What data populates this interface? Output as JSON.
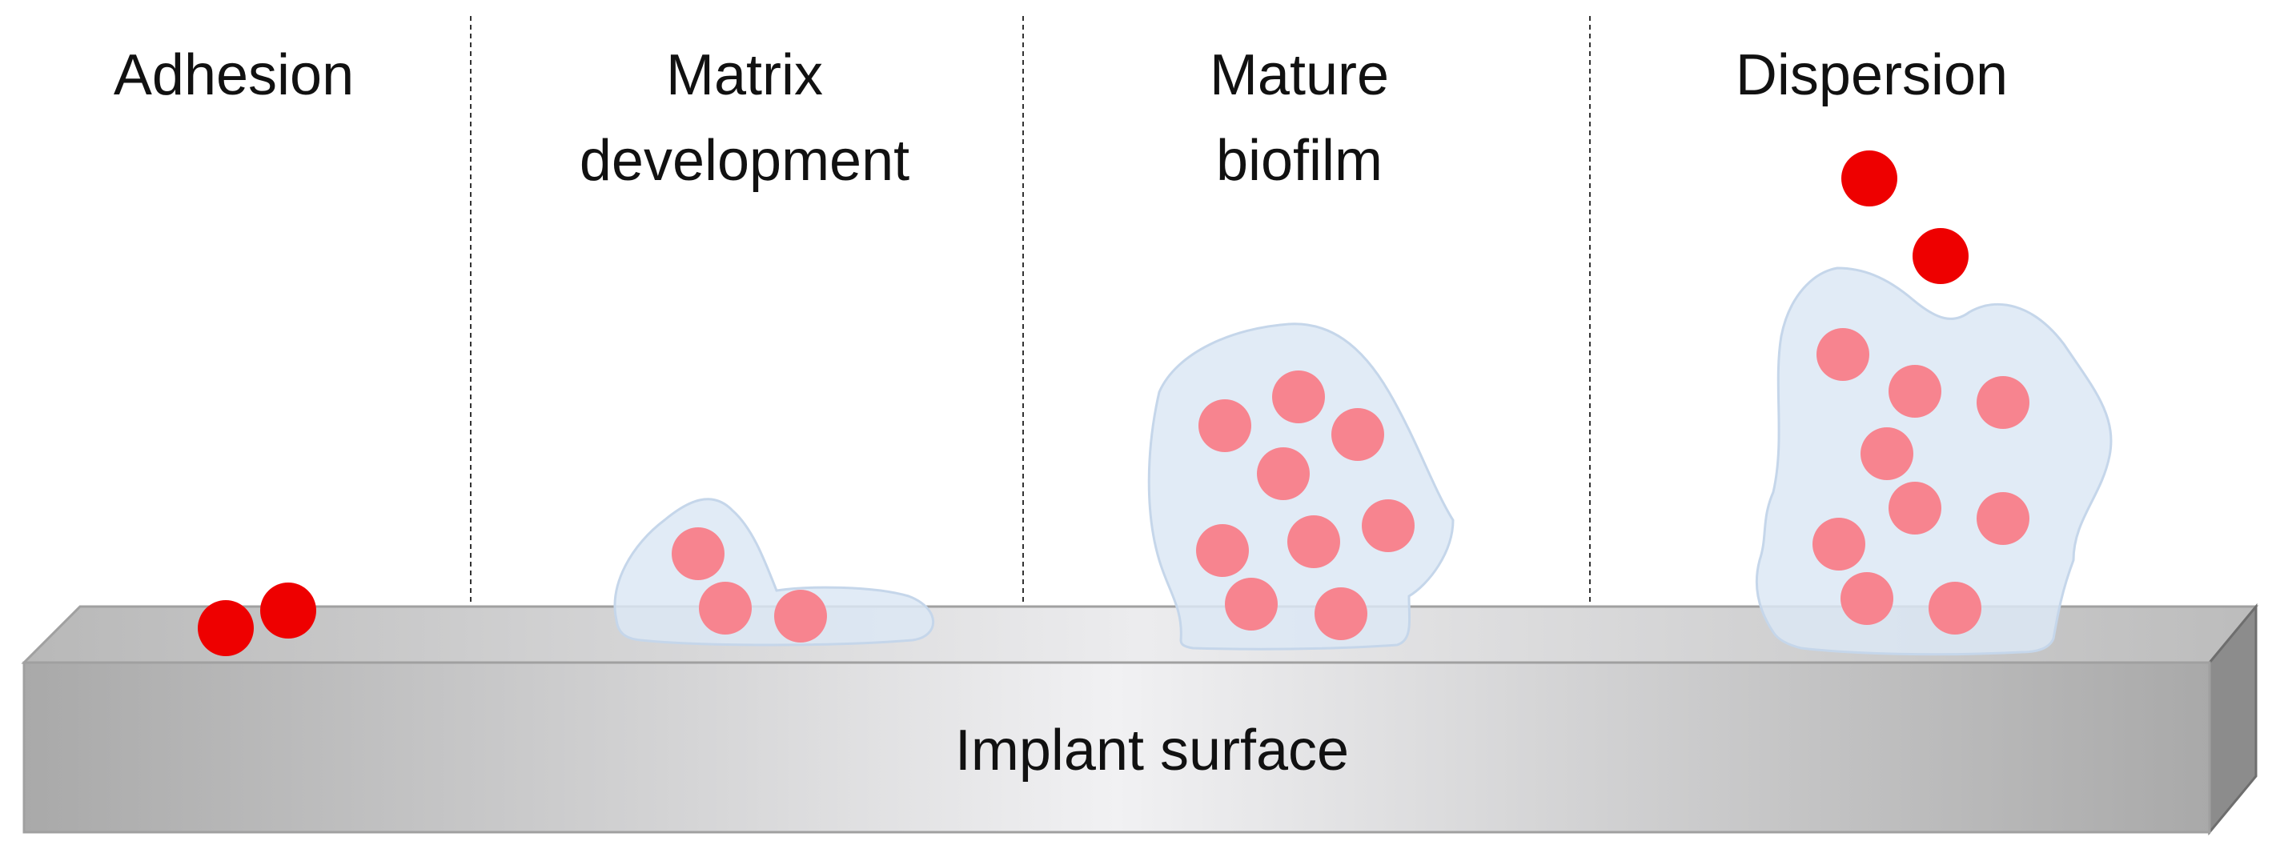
{
  "stages": [
    {
      "id": "adhesion",
      "title_lines": [
        "Adhesion"
      ]
    },
    {
      "id": "matrix",
      "title_lines": [
        "Matrix",
        "development"
      ]
    },
    {
      "id": "mature",
      "title_lines": [
        "Mature",
        "biofilm"
      ]
    },
    {
      "id": "dispersion",
      "title_lines": [
        "Dispersion"
      ]
    }
  ],
  "surface": {
    "label": "Implant surface"
  },
  "colors": {
    "free_bacterium": "#ee0000",
    "embedded_bacterium": "#f7848f",
    "matrix_fill": "#dce7f4",
    "matrix_stroke": "#c5d6ea",
    "surface_top": "#d0d0d0",
    "surface_front_edge": "#a9a9a9",
    "surface_front_center": "#f1f1f3",
    "surface_side": "#8c8c8c",
    "divider": "#333333"
  }
}
